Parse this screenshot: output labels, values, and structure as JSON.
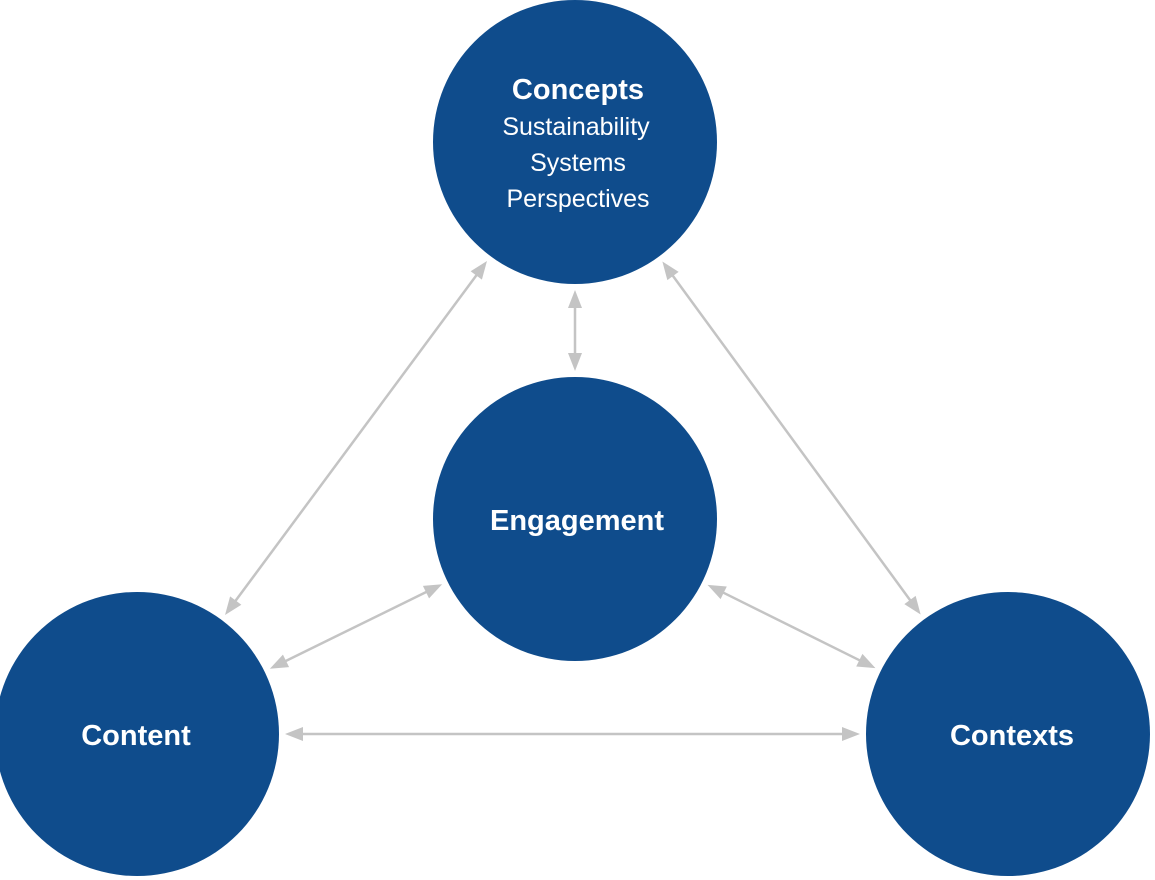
{
  "colors": {
    "node_fill": "#0f4c8c",
    "link": "#c4c4c4",
    "text": "#ffffff",
    "background": "#ffffff"
  },
  "nodes": {
    "concepts": {
      "title": "Concepts",
      "items": [
        "Sustainability",
        "Systems",
        "Perspectives"
      ]
    },
    "engagement": {
      "title": "Engagement"
    },
    "content": {
      "title": "Content"
    },
    "contexts": {
      "title": "Contexts"
    }
  },
  "links": [
    {
      "from": "concepts",
      "to": "engagement",
      "direction": "both"
    },
    {
      "from": "concepts",
      "to": "content",
      "direction": "both"
    },
    {
      "from": "concepts",
      "to": "contexts",
      "direction": "both"
    },
    {
      "from": "engagement",
      "to": "content",
      "direction": "both"
    },
    {
      "from": "engagement",
      "to": "contexts",
      "direction": "both"
    },
    {
      "from": "content",
      "to": "contexts",
      "direction": "both"
    }
  ]
}
